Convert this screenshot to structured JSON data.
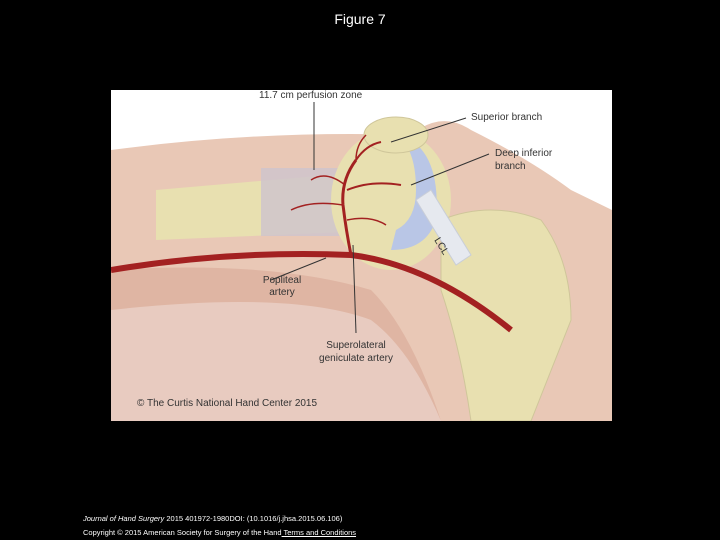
{
  "slide": {
    "title": "Figure 7"
  },
  "figure": {
    "labels": {
      "perfusion_zone": "11.7 cm perfusion zone",
      "superior_branch": "Superior branch",
      "deep_inferior_1": "Deep inferior",
      "deep_inferior_2": "branch",
      "popliteal_1": "Popliteal",
      "popliteal_2": "artery",
      "superolateral_1": "Superolateral",
      "superolateral_2": "geniculate artery",
      "lcl": "LCL",
      "copyright": "© The Curtis National Hand Center 2015"
    },
    "colors": {
      "skin": "#e9c8b6",
      "skin_shadow": "#d9a996",
      "bone": "#e8e0b0",
      "perfusion": "#cfc4cc",
      "artery": "#a32121",
      "cartilage": "#b9c6e6",
      "ligament": "#e6e9ef"
    }
  },
  "footer": {
    "journal": "Journal of Hand Surgery",
    "citation": " 2015 401972-1980DOI: (10.1016/j.jhsa.2015.06.106)",
    "copyright": "Copyright © 2015 American Society for Surgery of the Hand",
    "terms_link": " Terms and Conditions"
  }
}
